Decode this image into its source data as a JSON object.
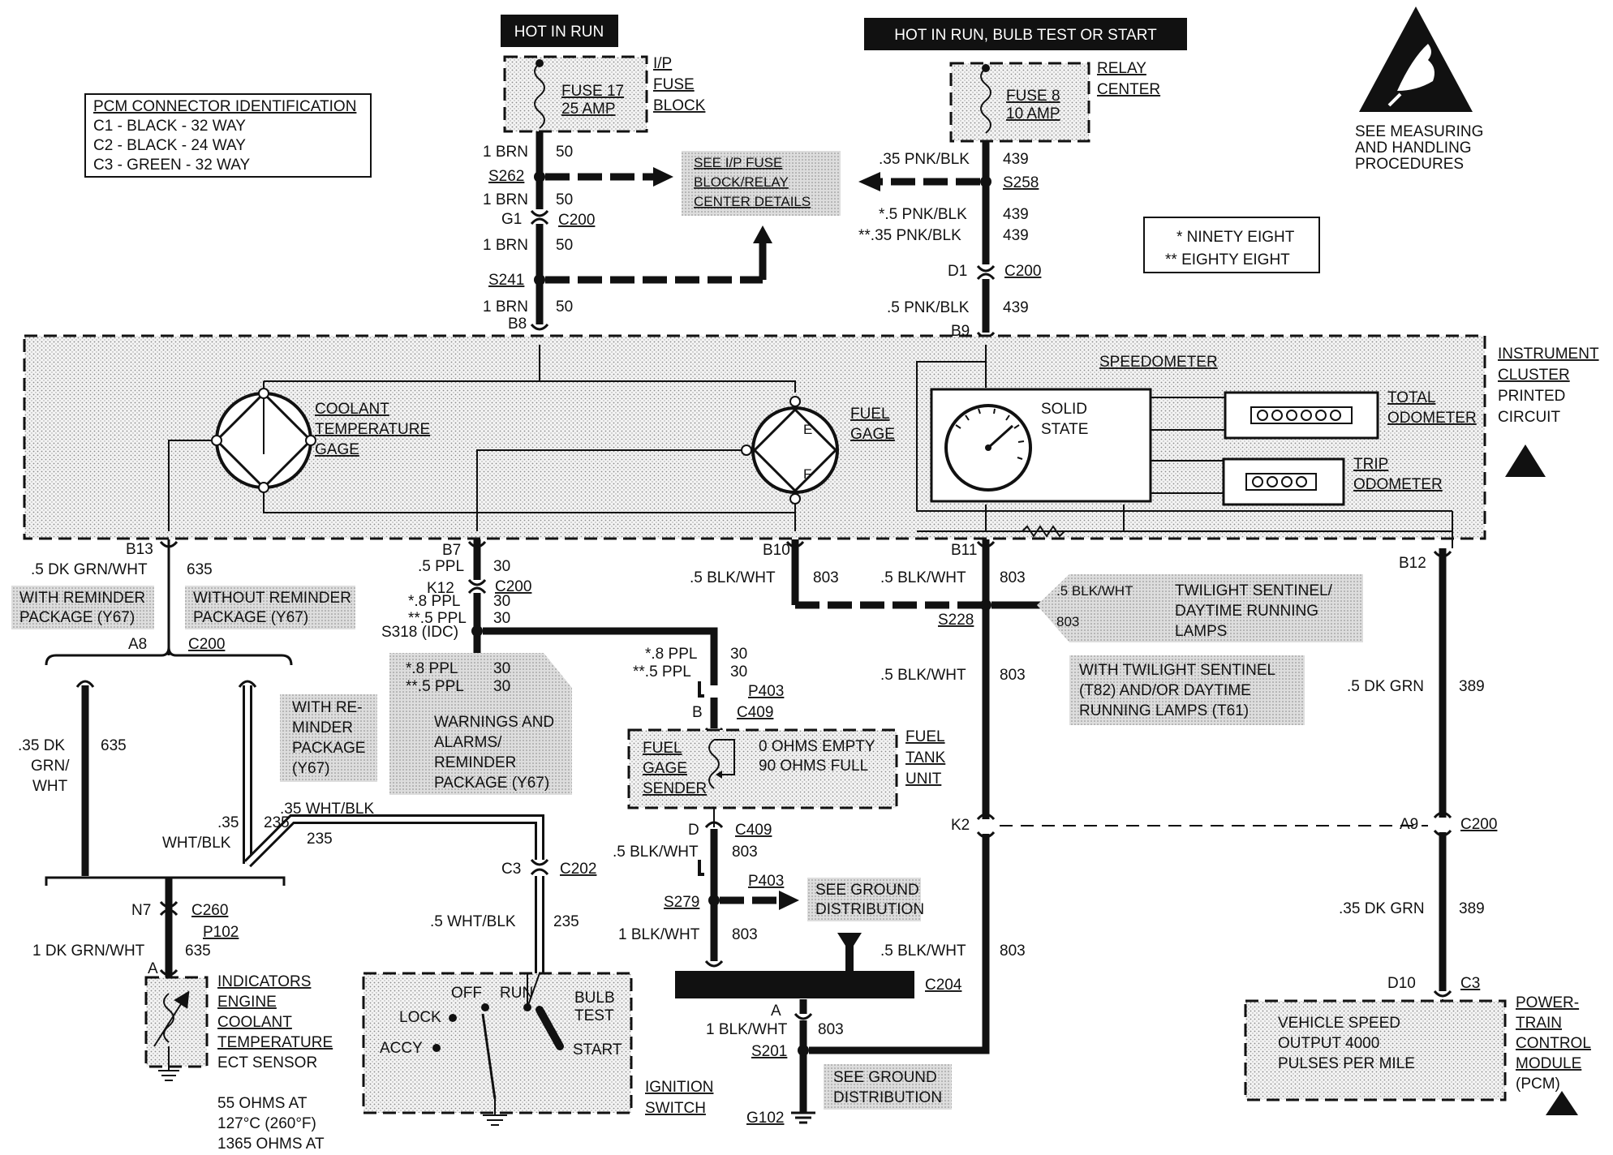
{
  "header": {
    "hot_in_run": "HOT IN RUN",
    "hot_in_run_bulb": "HOT IN RUN, BULB TEST OR START"
  },
  "esd_note": [
    "SEE MEASURING",
    "AND HANDLING",
    "PROCEDURES"
  ],
  "pcm_connector": {
    "title": "PCM CONNECTOR IDENTIFICATION",
    "rows": [
      "C1 - BLACK - 32 WAY",
      "C2 - BLACK - 24 WAY",
      "C3 - GREEN - 32 WAY"
    ]
  },
  "legend": {
    "r1": "* NINETY EIGHT",
    "r2": "** EIGHTY EIGHT"
  },
  "fuse17": {
    "name": "FUSE 17",
    "rating": "25 AMP",
    "block": [
      "I/P",
      "FUSE",
      "BLOCK"
    ]
  },
  "fuse8": {
    "name": "FUSE 8",
    "rating": "10 AMP",
    "block": [
      "RELAY",
      "CENTER"
    ]
  },
  "see_ip_fuse": [
    "SEE I/P FUSE",
    "BLOCK/RELAY",
    "CENTER DETAILS"
  ],
  "left_feed": {
    "w1": "1 BRN",
    "c1": "50",
    "s262": "S262",
    "w2": "1 BRN",
    "c2": "50",
    "g1": "G1",
    "c200": "C200",
    "w3": "1 BRN",
    "c3": "50",
    "s241": "S241",
    "w4": "1 BRN",
    "c4": "50",
    "b8": "B8"
  },
  "right_feed": {
    "w1": ".35 PNK/BLK",
    "c1": "439",
    "s258": "S258",
    "w2": "*.5 PNK/BLK",
    "c2": "439",
    "w3": "**.35 PNK/BLK",
    "c3": "439",
    "d1": "D1",
    "c200": "C200",
    "w4": ".5 PNK/BLK",
    "c4": "439",
    "b9": "B9"
  },
  "cluster": {
    "title": [
      "INSTRUMENT",
      "CLUSTER",
      "PRINTED",
      "CIRCUIT"
    ],
    "speedometer": "SPEEDOMETER",
    "solid_state": [
      "SOLID",
      "STATE"
    ],
    "total_odometer": [
      "TOTAL",
      "ODOMETER"
    ],
    "trip_odometer": [
      "TRIP",
      "ODOMETER"
    ],
    "coolant_gage": [
      "COOLANT",
      "TEMPERATURE",
      "GAGE"
    ],
    "fuel_gage": [
      "FUEL",
      "GAGE"
    ],
    "fuel_e": "E",
    "fuel_f": "F"
  },
  "coolant_circuit": {
    "b13": "B13",
    "wire": ".5 DK GRN/WHT",
    "circuit": "635",
    "with_reminder": [
      "WITH REMINDER",
      "PACKAGE (Y67)"
    ],
    "without_reminder": [
      "WITHOUT REMINDER",
      "PACKAGE (Y67)"
    ],
    "a8": "A8",
    "c200": "C200",
    "w_left": [
      ".35 DK",
      "GRN/",
      "WHT"
    ],
    "c_left": "635",
    "with_re_minder": [
      "WITH RE-",
      "MINDER",
      "PACKAGE",
      "(Y67)"
    ],
    "w_mid": [
      ".35",
      "WHT/BLK"
    ],
    "c_mid": "235",
    "w_diag": ".35 WHT/BLK",
    "c_diag": "235",
    "n7": "N7",
    "c260": "C260",
    "p102": "P102",
    "w_bottom": "1 DK GRN/WHT",
    "c_bottom": "635",
    "a": "A",
    "sensor": [
      "INDICATORS",
      "ENGINE",
      "COOLANT",
      "TEMPERATURE",
      "ECT SENSOR"
    ],
    "spec": [
      "55 OHMS AT",
      "127°C (260°F)",
      "1365 OHMS AT"
    ]
  },
  "fuel_circuit": {
    "b7": "B7",
    "w1": ".5 PPL",
    "c1": "30",
    "k12": "K12",
    "c200": "C200",
    "w2": "*.8 PPL",
    "c2": "30",
    "w3": "**.5 PPL",
    "c3": "30",
    "s318": "S318 (IDC)",
    "warn_w1": "*.8 PPL",
    "warn_c1": "30",
    "warn_w2": "**.5 PPL",
    "warn_c2": "30",
    "warnings": [
      "WARNINGS AND",
      "ALARMS/",
      "REMINDER",
      "PACKAGE (Y67)"
    ],
    "r_w1": "*.8 PPL",
    "r_c1": "30",
    "r_w2": "**.5 PPL",
    "r_c2": "30",
    "p403": "P403",
    "b": "B",
    "c409": "C409",
    "sender": [
      "FUEL",
      "GAGE",
      "SENDER"
    ],
    "ohms": [
      "0 OHMS EMPTY",
      "90 OHMS FULL"
    ],
    "tank": [
      "FUEL",
      "TANK",
      "UNIT"
    ],
    "d": "D",
    "c409b": "C409",
    "w4": ".5 BLK/WHT",
    "c4": "803",
    "p403b": "P403",
    "s279": "S279",
    "see_ground": [
      "SEE GROUND",
      "DISTRIBUTION"
    ],
    "w5": "1 BLK/WHT",
    "c5": "803"
  },
  "ignition": {
    "c3": "C3",
    "c202": "C202",
    "wire": ".5 WHT/BLK",
    "circuit": "235",
    "positions": {
      "off": "OFF",
      "run": "RUN",
      "lock": "LOCK",
      "accy": "ACCY",
      "bulb": [
        "BULB",
        "TEST"
      ],
      "start": "START"
    },
    "label": [
      "IGNITION",
      "SWITCH"
    ]
  },
  "ground": {
    "b10": "B10",
    "w1": ".5 BLK/WHT",
    "c1": "803",
    "b11": "B11",
    "w2": ".5 BLK/WHT",
    "c2": "803",
    "s228": "S228",
    "tw_w": ".5 BLK/WHT",
    "tw_c": "803",
    "twilight": [
      "TWILIGHT SENTINEL/",
      "DAYTIME RUNNING",
      "LAMPS"
    ],
    "with_twilight": [
      "WITH TWILIGHT SENTINEL",
      "(T82) AND/OR DAYTIME",
      "RUNNING LAMPS (T61)"
    ],
    "w3": ".5 BLK/WHT",
    "c3": "803",
    "k2": "K2",
    "w4": ".5 BLK/WHT",
    "c4": "803",
    "c204": "C204",
    "a": "A",
    "w5": "1 BLK/WHT",
    "c5": "803",
    "s201": "S201",
    "see_ground": [
      "SEE GROUND",
      "DISTRIBUTION"
    ],
    "g102": "G102"
  },
  "speed_circuit": {
    "b12": "B12",
    "w1": ".5 DK GRN",
    "c1": "389",
    "a9": "A9",
    "c200": "C200",
    "w2": ".35 DK GRN",
    "c2": "389",
    "d10": "D10",
    "c3": "C3",
    "vso": [
      "VEHICLE SPEED",
      "OUTPUT 4000",
      "PULSES PER MILE"
    ],
    "pcm": [
      "POWER-",
      "TRAIN",
      "CONTROL",
      "MODULE",
      "(PCM)"
    ]
  }
}
